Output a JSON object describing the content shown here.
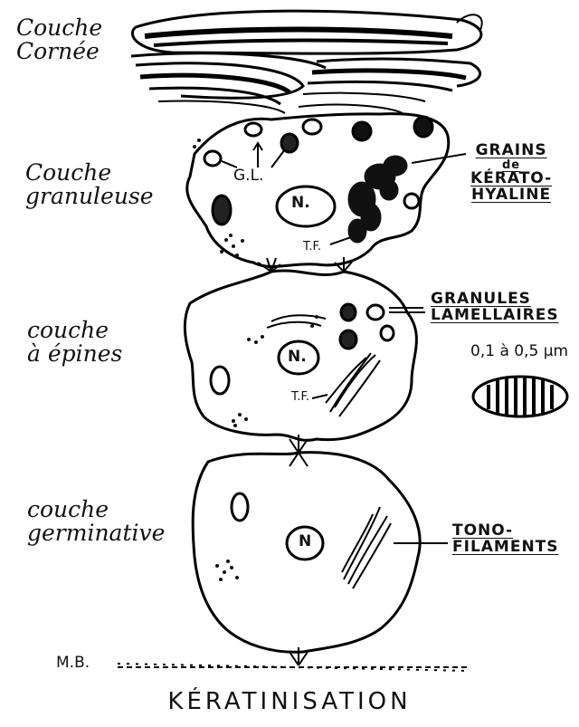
{
  "layers": {
    "cornee": [
      "Couche",
      "Cornée"
    ],
    "granuleuse": [
      "Couche",
      "granuleuse"
    ],
    "epines": [
      "couche",
      "à épines"
    ],
    "germinative": [
      "couche",
      "germinative"
    ]
  },
  "annotations": {
    "grains": [
      "GRAINS",
      "de",
      "KÉRATO-",
      "HYALINE"
    ],
    "granules": [
      "GRANULES",
      "LAMELLAIRES"
    ],
    "size": "0,1 à 0,5 µm",
    "tonofilaments": [
      "TONO-",
      "FILAMENTS"
    ],
    "gl": "G.L.",
    "tf": "T.F.",
    "mb": "M.B.",
    "nucleus_top": "N.",
    "nucleus_mid": "N.",
    "nucleus_bottom": "N"
  },
  "title": "KÉRATINISATION"
}
